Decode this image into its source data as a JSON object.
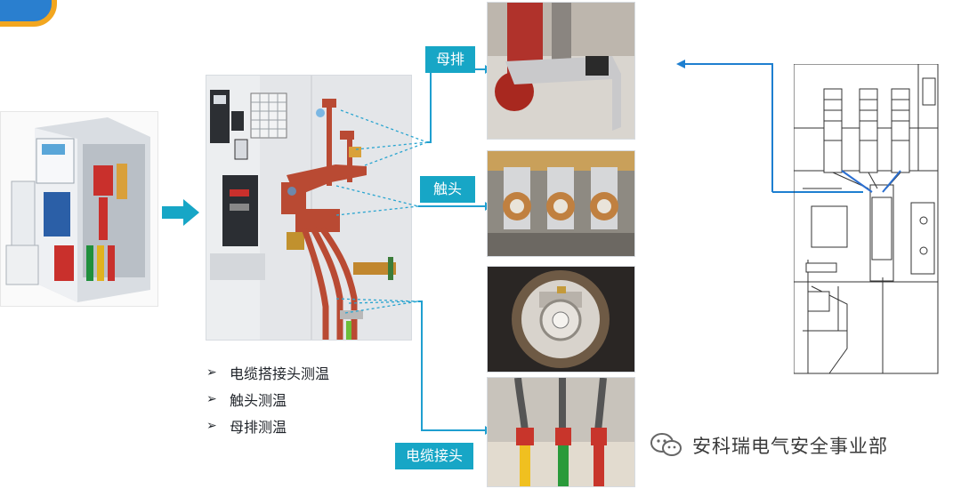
{
  "labels": {
    "busbar": "母排",
    "contact": "触头",
    "cable_joint": "电缆接头"
  },
  "bullets": [
    "电缆搭接头测温",
    "触头测温",
    "母排测温"
  ],
  "bullet_icon": "right-triangle-arrow-icon",
  "watermark": {
    "icon": "wechat-icon",
    "text": "安科瑞电气安全事业部"
  },
  "colors": {
    "accent": "#17a6c6",
    "arrow_blue": "#1e7fd0",
    "busbar_red": "#c8412b",
    "cable_green": "#2a9a3a",
    "cable_yellow": "#f0c020"
  }
}
